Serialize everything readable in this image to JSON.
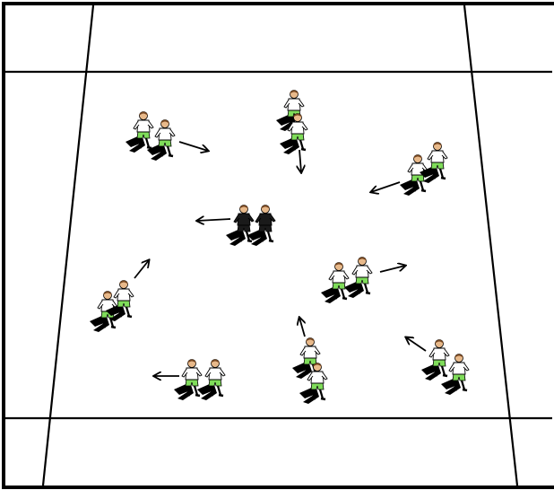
{
  "diagram": {
    "type": "soccer-drill",
    "colors": {
      "background": "#ffffff",
      "lines": "#000000",
      "shirt_white": "#ffffff",
      "shirt_dark": "#1a1a1a",
      "shorts_green": "#7fdc5a",
      "shorts_dark": "#1a1a1a",
      "skin": "#e8b98a",
      "hair": "#7a4a24",
      "shadow": "#000000"
    },
    "groups": [
      {
        "id": "top-left",
        "kit": "white-green",
        "players": 2,
        "arrow": "right-down"
      },
      {
        "id": "top-center",
        "kit": "white-green",
        "players": 2,
        "arrow": "down"
      },
      {
        "id": "top-right",
        "kit": "white-green",
        "players": 2,
        "arrow": "left-down"
      },
      {
        "id": "center-left",
        "kit": "dark-dark",
        "players": 2,
        "arrow": "left"
      },
      {
        "id": "center-right",
        "kit": "white-green",
        "players": 2,
        "arrow": "right"
      },
      {
        "id": "mid-left",
        "kit": "white-green",
        "players": 2,
        "arrow": "up-right"
      },
      {
        "id": "bottom-left",
        "kit": "white-green",
        "players": 2,
        "arrow": "left"
      },
      {
        "id": "bottom-center",
        "kit": "white-green",
        "players": 2,
        "arrow": "up"
      },
      {
        "id": "bottom-right",
        "kit": "white-green",
        "players": 2,
        "arrow": "up-left"
      }
    ]
  }
}
